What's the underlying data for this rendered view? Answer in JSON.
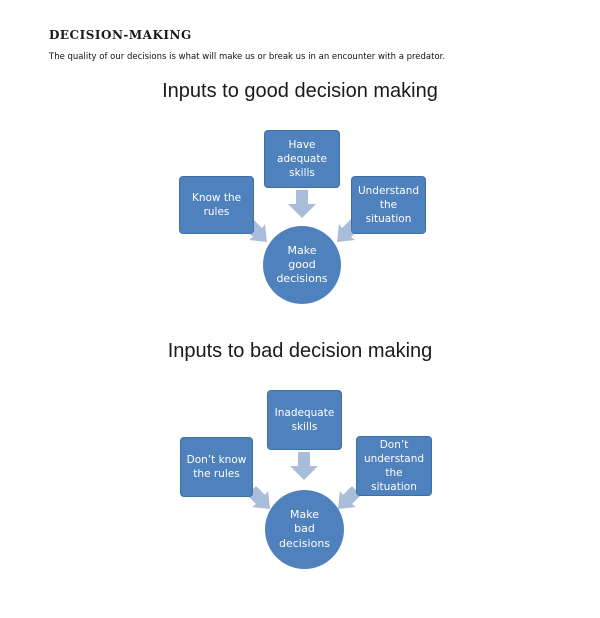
{
  "section": {
    "heading": "DECISION-MAKING",
    "intro": "The quality of our decisions is what will make us or break us in an encounter with a predator."
  },
  "good": {
    "title": "Inputs to good decision making",
    "top": "Have\nadequate\nskills",
    "left": "Know the\nrules",
    "right": "Understand\nthe\nsituation",
    "center": "Make\ngood\ndecisions"
  },
  "bad": {
    "title": "Inputs to bad decision making",
    "top": "Inadequate\nskills",
    "left": "Don’t know\nthe rules",
    "right": "Don’t\nunderstand\nthe situation",
    "center": "Make\nbad\ndecisions"
  },
  "colors": {
    "node_fill": "#4f81bd",
    "arrow_fill": "#a9bddb"
  }
}
